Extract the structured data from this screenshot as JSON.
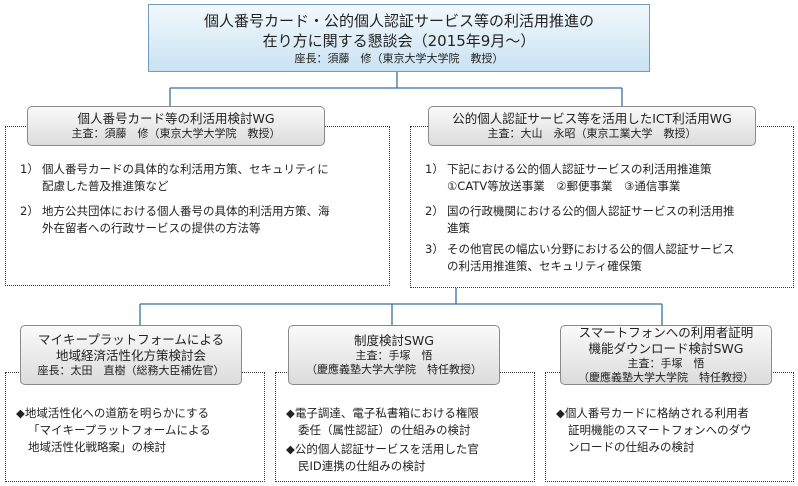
{
  "top": {
    "title_line1": "個人番号カード・公的個人認証サービス等の利活用推進の",
    "title_line2": "在り方に関する懇談会（2015年9月〜）",
    "chair": "座長：須藤　修（東京大学大学院　教授）"
  },
  "wg1": {
    "title": "個人番号カード等の利活用検討WG",
    "chair": "主査：須藤　修（東京大学大学院　教授）",
    "items": [
      {
        "num": "1）",
        "lines": [
          "個人番号カードの具体的な利活用方策、セキュリティに",
          "配慮した普及推進策など"
        ]
      },
      {
        "num": "2）",
        "lines": [
          "地方公共団体における個人番号の具体的利活用方策、海",
          "外在留者への行政サービスの提供の方法等"
        ]
      }
    ]
  },
  "wg2": {
    "title": "公的個人認証サービス等を活用したICT利活用WG",
    "chair": "主査：大山　永昭（東京工業大学　教授）",
    "items": [
      {
        "num": "1）",
        "lines": [
          "下記における公的個人認証サービスの利活用推進策",
          "①CATV等放送事業　②郵便事業　③通信事業"
        ]
      },
      {
        "num": "2）",
        "lines": [
          "国の行政機関における公的個人認証サービスの利活用推",
          "進策"
        ]
      },
      {
        "num": "3）",
        "lines": [
          "その他官民の幅広い分野における公的個人認証サービス",
          "の利活用推進策、セキュリティ確保策"
        ]
      }
    ]
  },
  "swg1": {
    "title_line1": "マイキープラットフォームによる",
    "title_line2": "地域経済活性化方策検討会",
    "chair": "座長：太田　直樹（総務大臣補佐官）",
    "items": [
      {
        "lines": [
          "◆地域活性化への道筋を明らかにする",
          "「マイキープラットフォームによる",
          "地域活性化戦略案」の検討"
        ]
      }
    ]
  },
  "swg2": {
    "title": "制度検討SWG",
    "chair_line1": "主査：手塚　悟",
    "chair_line2": "（慶應義塾大学大学院　特任教授）",
    "items": [
      {
        "lines": [
          "◆電子調達、電子私書箱における権限",
          "委任（属性認証）の仕組みの検討"
        ]
      },
      {
        "lines": [
          "◆公的個人認証サービスを活用した官",
          "民ID連携の仕組みの検討"
        ]
      }
    ]
  },
  "swg3": {
    "title_line1": "スマートフォンへの利用者証明",
    "title_line2": "機能ダウンロード検討SWG",
    "chair_line1": "主査：手塚　悟",
    "chair_line2": "（慶應義塾大学大学院　特任教授）",
    "items": [
      {
        "lines": [
          "◆個人番号カードに格納される利用者",
          "証明機能のスマートフォンへのダウ",
          "ンロードの仕組みの検討"
        ]
      }
    ]
  }
}
